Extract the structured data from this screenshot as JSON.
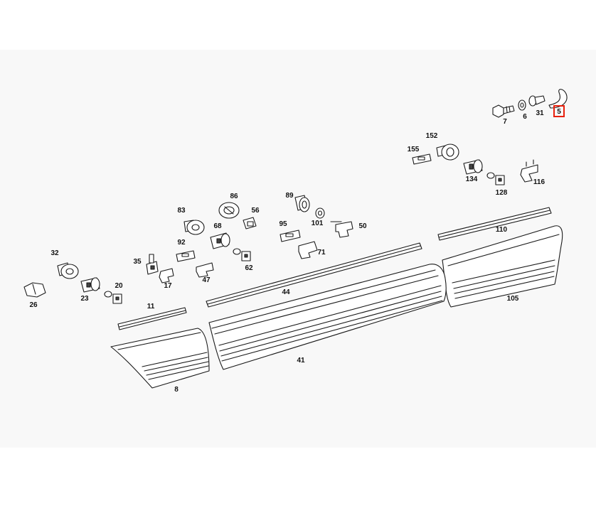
{
  "diagram": {
    "parts": [
      {
        "id": "p7",
        "label": "7"
      },
      {
        "id": "p6",
        "label": "6"
      },
      {
        "id": "p31",
        "label": "31"
      },
      {
        "id": "p5",
        "label": "5",
        "highlighted": true
      },
      {
        "id": "p152",
        "label": "152"
      },
      {
        "id": "p155",
        "label": "155"
      },
      {
        "id": "p134",
        "label": "134"
      },
      {
        "id": "p128",
        "label": "128"
      },
      {
        "id": "p116",
        "label": "116"
      },
      {
        "id": "p86",
        "label": "86"
      },
      {
        "id": "p83",
        "label": "83"
      },
      {
        "id": "p56",
        "label": "56"
      },
      {
        "id": "p89",
        "label": "89"
      },
      {
        "id": "p101",
        "label": "101"
      },
      {
        "id": "p50",
        "label": "50"
      },
      {
        "id": "p95",
        "label": "95"
      },
      {
        "id": "p71",
        "label": "71"
      },
      {
        "id": "p68",
        "label": "68"
      },
      {
        "id": "p92",
        "label": "92"
      },
      {
        "id": "p62",
        "label": "62"
      },
      {
        "id": "p35",
        "label": "35"
      },
      {
        "id": "p17",
        "label": "17"
      },
      {
        "id": "p47",
        "label": "47"
      },
      {
        "id": "p32",
        "label": "32"
      },
      {
        "id": "p23",
        "label": "23"
      },
      {
        "id": "p20",
        "label": "20"
      },
      {
        "id": "p26",
        "label": "26"
      },
      {
        "id": "p11",
        "label": "11"
      },
      {
        "id": "p44",
        "label": "44"
      },
      {
        "id": "p110",
        "label": "110"
      },
      {
        "id": "p105",
        "label": "105"
      },
      {
        "id": "p41",
        "label": "41"
      },
      {
        "id": "p8",
        "label": "8"
      }
    ],
    "colors": {
      "highlight": "#e8200c",
      "panel_background": "#f8f8f8",
      "line": "#1a1a1a"
    }
  }
}
